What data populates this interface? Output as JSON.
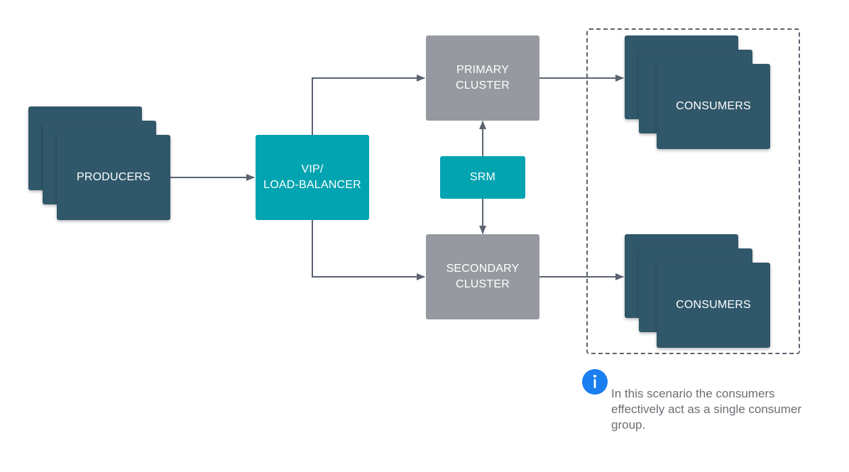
{
  "producers": {
    "label": "PRODUCERS"
  },
  "load_balancer": {
    "label_line1": "VIP/",
    "label_line2": "LOAD-BALANCER"
  },
  "primary_cluster": {
    "label_line1": "PRIMARY",
    "label_line2": "CLUSTER"
  },
  "secondary_cluster": {
    "label_line1": "SECONDARY",
    "label_line2": "CLUSTER"
  },
  "srm": {
    "label": "SRM"
  },
  "consumers_top": {
    "label": "CONSUMERS"
  },
  "consumers_bottom": {
    "label": "CONSUMERS"
  },
  "note": {
    "icon": "info-icon",
    "text": "In this scenario the consumers effectively act as a single consumer group."
  },
  "colors": {
    "dark_box": "#30576a",
    "teal_box": "#01a4b0",
    "gray_box": "#969aa0",
    "arrow": "#5c6470",
    "info_icon": "#1a7ff0",
    "note_text": "#6b6f74"
  }
}
